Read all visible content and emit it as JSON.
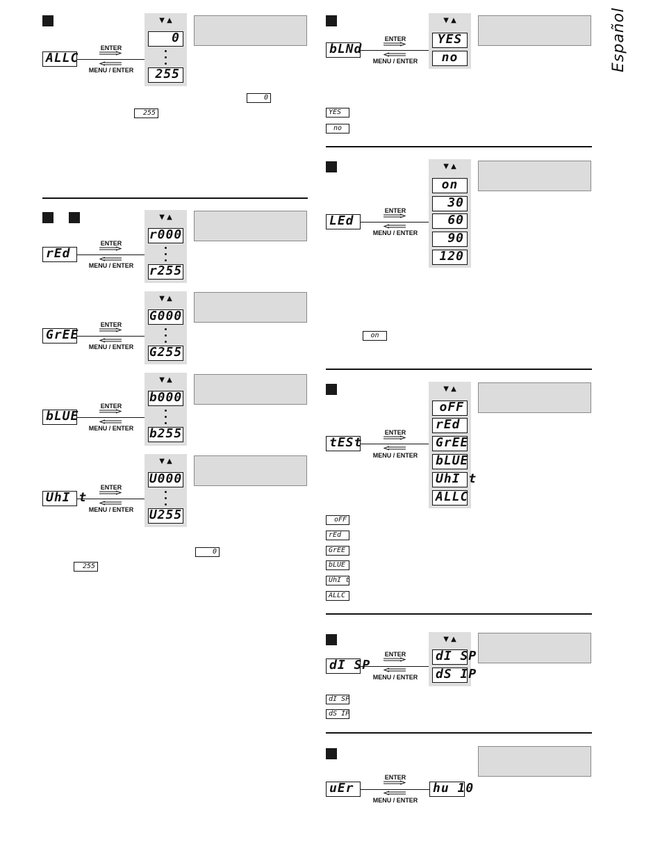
{
  "side_label": "Español",
  "arrows": "▼ ▲",
  "enter_label": "ENTER",
  "menu_enter_label": "MENU / ENTER",
  "allc": {
    "menu": "ALLC",
    "top": "0",
    "bottom": "255",
    "inline_min": "0",
    "inline_max": "255"
  },
  "red": {
    "menu": "rEd",
    "top": "r000",
    "bottom": "r255"
  },
  "gree": {
    "menu": "GrEE",
    "top": "G000",
    "bottom": "G255"
  },
  "blue": {
    "menu": "bLUE",
    "top": "b000",
    "bottom": "b255"
  },
  "whit": {
    "menu": "UhI t",
    "top": "U000",
    "bottom": "U255"
  },
  "colors_inline": {
    "min": "0",
    "max": "255"
  },
  "blnd": {
    "menu": "bLNd",
    "opt1": "YES",
    "opt2": "no",
    "mini1": "YES",
    "mini2": "no"
  },
  "led": {
    "menu": "LEd",
    "opts": [
      "on",
      "30",
      "60",
      "90",
      "120"
    ],
    "mini": "on"
  },
  "test": {
    "menu": "tESt",
    "opts": [
      "oFF",
      "rEd",
      "GrEE",
      "bLUE",
      "UhI t",
      "ALLC"
    ],
    "minis": [
      "oFF",
      "rEd",
      "GrEE",
      "bLUE",
      "UhI t",
      "ALLC"
    ]
  },
  "disp": {
    "menu": "dI SP",
    "opt1": "dI SP",
    "opt2": "dS IP",
    "mini1": "dI SP",
    "mini2": "dS IP"
  },
  "ver": {
    "menu": "uEr",
    "value": "hu 10"
  }
}
